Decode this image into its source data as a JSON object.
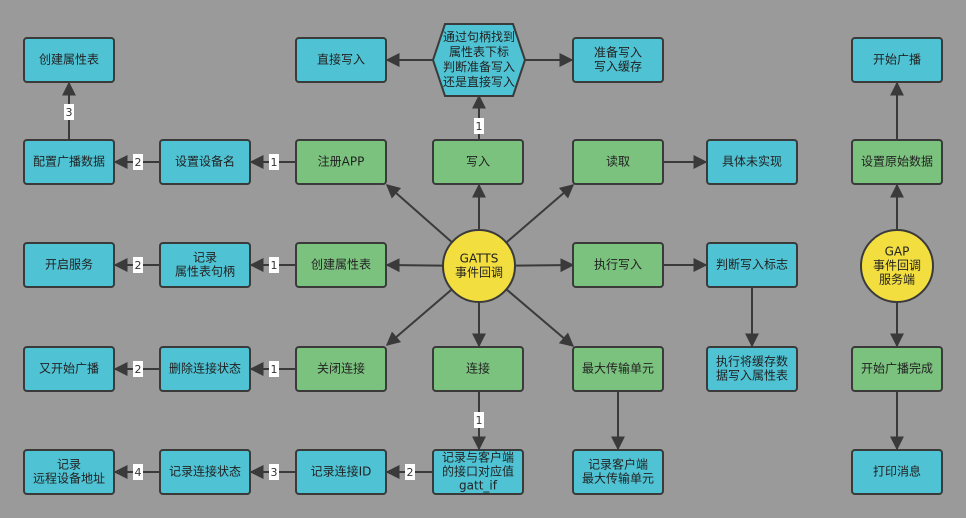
{
  "hubs": {
    "gatts": [
      "GATTS",
      "事件回调"
    ],
    "gap": [
      "GAP",
      "事件回调",
      "服务端"
    ]
  },
  "nodes": {
    "create_attr_table_top": [
      "创建属性表"
    ],
    "config_adv_data": [
      "配置广播数据"
    ],
    "set_device_name": [
      "设置设备名"
    ],
    "register_app": [
      "注册APP"
    ],
    "direct_write": [
      "直接写入"
    ],
    "find_handle": [
      "通过句柄找到",
      "属性表下标",
      "判断准备写入",
      "还是直接写入"
    ],
    "prepare_write": [
      "准备写入",
      "写入缓存"
    ],
    "write": [
      "写入"
    ],
    "read": [
      "读取"
    ],
    "not_impl": [
      "具体未实现"
    ],
    "start_service": [
      "开启服务"
    ],
    "record_attr_handle": [
      "记录",
      "属性表句柄"
    ],
    "create_attr_table": [
      "创建属性表"
    ],
    "exec_write": [
      "执行写入"
    ],
    "judge_write_flag": [
      "判断写入标志"
    ],
    "restart_adv": [
      "又开始广播"
    ],
    "delete_conn_state": [
      "删除连接状态"
    ],
    "close_conn": [
      "关闭连接"
    ],
    "connect": [
      "连接"
    ],
    "mtu": [
      "最大传输单元"
    ],
    "exec_cache_write": [
      "执行将缓存数",
      "据写入属性表"
    ],
    "record_remote_addr": [
      "记录",
      "远程设备地址"
    ],
    "record_conn_state": [
      "记录连接状态"
    ],
    "record_conn_id": [
      "记录连接ID"
    ],
    "record_client_port": [
      "记录与客户端",
      "的接口对应值",
      "gatt_if"
    ],
    "record_client_mtu": [
      "记录客户端",
      "最大传输单元"
    ],
    "start_adv": [
      "开始广播"
    ],
    "set_raw_data": [
      "设置原始数据"
    ],
    "adv_start_complete": [
      "开始广播完成"
    ],
    "print_msg": [
      "打印消息"
    ]
  },
  "step_labels": {
    "register_to_setname": "1",
    "setname_to_config": "2",
    "config_to_create": "3",
    "write_to_find": "1",
    "createattr_to_record": "1",
    "record_to_start": "2",
    "close_to_delete": "1",
    "delete_to_restart": "2",
    "connect_to_port": "1",
    "port_to_connid": "2",
    "connid_to_state": "3",
    "state_to_addr": "4"
  }
}
